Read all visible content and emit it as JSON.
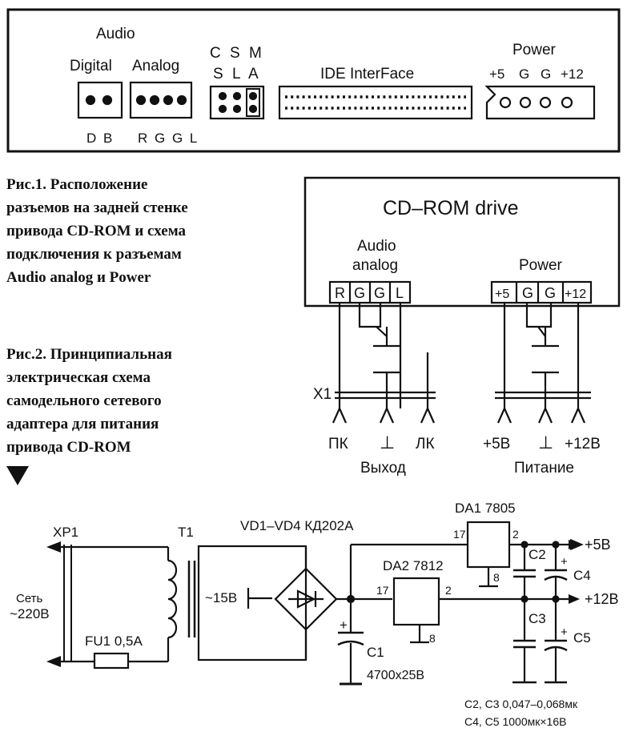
{
  "panel": {
    "audio": "Audio",
    "digital": "Digital",
    "analog": "Analog",
    "digital_pins": "D B",
    "analog_pins": "R G G L",
    "jumper_top": "C S M",
    "jumper_bottom": "S L A",
    "ide": "IDE InterFace",
    "power": "Power",
    "power_pins": [
      "+5",
      "G",
      "G",
      "+12"
    ]
  },
  "fig1_caption": [
    "Рис.1. Расположение",
    "разъемов на задней стенке",
    "привода CD-ROM и схема",
    "подключения к разъемам",
    "Audio analog и Power"
  ],
  "fig2_caption": [
    "Рис.2. Принципиальная",
    "электрическая схема",
    "самодельного сетевого",
    "адаптера для питания",
    "привода CD-ROM"
  ],
  "drive": {
    "title": "CD–ROM drive",
    "audio_label_1": "Audio",
    "audio_label_2": "analog",
    "power_label": "Power",
    "audio_pins": [
      "R",
      "G",
      "G",
      "L"
    ],
    "power_pins": [
      "+5",
      "G",
      "G",
      "+12"
    ],
    "connector": "X1",
    "out_labels": [
      "ПК",
      "⊥",
      "ЛК"
    ],
    "pwr_labels": [
      "+5В",
      "⊥",
      "+12В"
    ],
    "out_title": "Выход",
    "pwr_title": "Питание"
  },
  "schematic": {
    "xp1": "XP1",
    "net_1": "Сеть",
    "net_2": "~220В",
    "fuse": "FU1  0,5А",
    "t1": "T1",
    "sec": "~15В",
    "bridge": "VD1–VD4 КД202А",
    "c1": "C1",
    "c1_val": "4700х25В",
    "da1": "DA1 7805",
    "da2": "DA2 7812",
    "pin17a": "17",
    "pin2a": "2",
    "pin8a": "8",
    "pin17b": "17",
    "pin2b": "2",
    "pin8b": "8",
    "c2": "C2",
    "c3": "C3",
    "c4": "C4",
    "c5": "C5",
    "out5": "+5В",
    "out12": "+12В",
    "note1": "C2, C3  0,047–0,068мк",
    "note2": "C4, C5  1000мк×16В"
  }
}
